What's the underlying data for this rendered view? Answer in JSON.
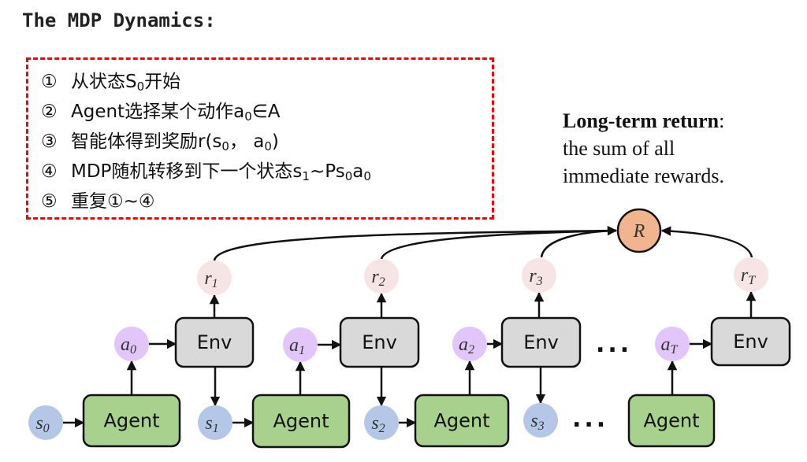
{
  "title": "The MDP Dynamics:",
  "steps": [
    {
      "num": "①",
      "text_before": "从状态S",
      "sub": "0",
      "text_after": "开始"
    },
    {
      "num": "②",
      "text_before": "Agent选择某个动作a",
      "sub": "0",
      "text_after": "∈A"
    },
    {
      "num": "③",
      "text_before": "智能体得到奖励r(s",
      "sub": "0",
      "text_after": "， a",
      "sub2": "0",
      "text_end": ")"
    },
    {
      "num": "④",
      "text_before": "MDP随机转移到下一个状态s",
      "sub": "1",
      "text_after": "~Ps",
      "sub2": "0",
      "text_mid": "a",
      "sub3": "0"
    },
    {
      "num": "⑤",
      "text_before": "重复①~④",
      "sub": "",
      "text_after": ""
    }
  ],
  "note": {
    "heading": "Long-term return",
    "colon": ":",
    "line1": "the sum of all",
    "line2": "immediate rewards."
  },
  "colors": {
    "dashed_border": "#ff0000",
    "state_node": "#b4c7e7",
    "action_node": "#e2c6fa",
    "reward_node": "#f7e4e4",
    "return_node": "#f0b48e",
    "env_box": "#d9d9d9",
    "agent_box": "#a9d18e",
    "stroke": "#111111"
  },
  "diagram": {
    "return_node": {
      "base": "R"
    },
    "states": [
      {
        "base": "s",
        "sub": "0"
      },
      {
        "base": "s",
        "sub": "1"
      },
      {
        "base": "s",
        "sub": "2"
      },
      {
        "base": "s",
        "sub": "3"
      }
    ],
    "actions": [
      {
        "base": "a",
        "sub": "0"
      },
      {
        "base": "a",
        "sub": "1"
      },
      {
        "base": "a",
        "sub": "2"
      },
      {
        "base": "a",
        "sub": "T"
      }
    ],
    "rewards": [
      {
        "base": "r",
        "sub": "1"
      },
      {
        "base": "r",
        "sub": "2"
      },
      {
        "base": "r",
        "sub": "3"
      },
      {
        "base": "r",
        "sub": "T"
      }
    ],
    "env_label": "Env",
    "agent_label": "Agent",
    "ellipsis": "..."
  }
}
